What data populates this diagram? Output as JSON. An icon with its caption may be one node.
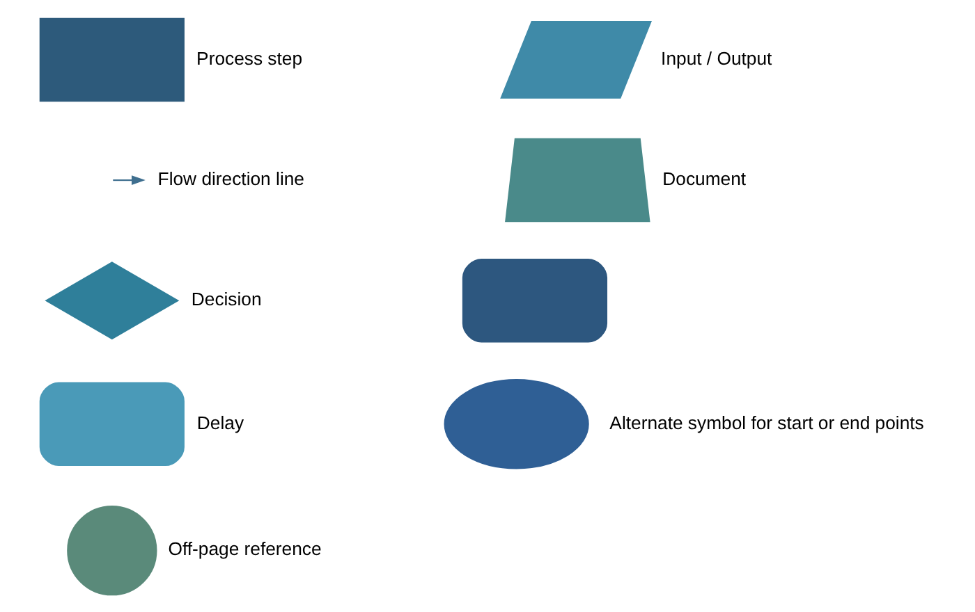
{
  "diagram": {
    "nodes": [
      {
        "text": [],
        "shape": "box",
        "beside": [
          "Process step"
        ]
      },
      {
        "text": [],
        "shape": "parallelogram",
        "beside": [
          "Input / Output"
        ]
      },
      {
        "text": [],
        "shape": "document",
        "beside": [
          "Document"
        ]
      },
      {
        "text": [],
        "shape": "diamond",
        "beside": [
          "Decision"
        ]
      },
      {
        "text": [],
        "shape": "terminal"
      },
      {
        "text": [],
        "shape": "delay",
        "beside": [
          "Delay"
        ]
      },
      {
        "text": [],
        "shape": "ellipse"
      },
      {
        "text": [],
        "shape": "circle",
        "beside": [
          "Off-page reference"
        ]
      }
    ],
    "labels": [
      "Alternate symbol for start or end points"
    ],
    "legend": [
      {
        "text": "Flow direction line"
      }
    ]
  }
}
